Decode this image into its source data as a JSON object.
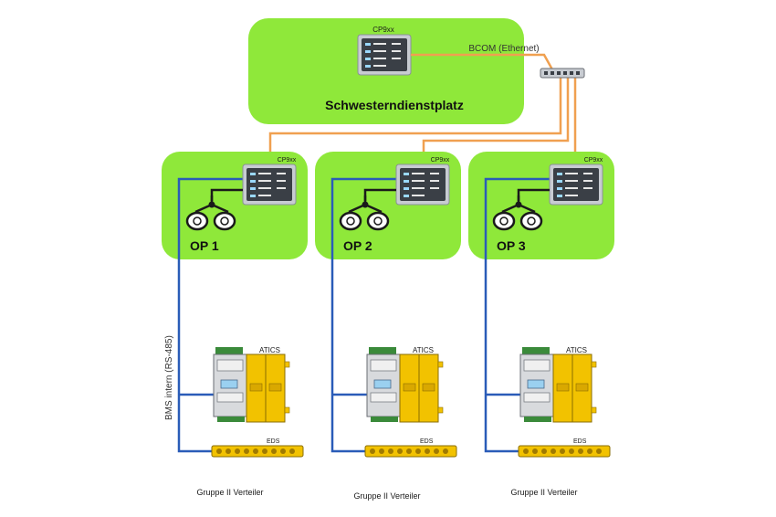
{
  "header": {
    "panel_label": "CP9xx",
    "bcom_label": "BCOM (Ethernet)",
    "room_title": "Schwesterndienstplatz"
  },
  "bus_label": "BMS intern (RS-485)",
  "ops": [
    {
      "title": "OP 1",
      "panel_label": "CP9xx",
      "atics_label": "ATICS",
      "eds_label": "EDS",
      "group_label": "Gruppe II Verteiler"
    },
    {
      "title": "OP 2",
      "panel_label": "CP9xx",
      "atics_label": "ATICS",
      "eds_label": "EDS",
      "group_label": "Gruppe II Verteiler"
    },
    {
      "title": "OP 3",
      "panel_label": "CP9xx",
      "atics_label": "ATICS",
      "eds_label": "EDS",
      "group_label": "Gruppe II Verteiler"
    }
  ],
  "colors": {
    "room_green": "#8fe83a",
    "ethernet_orange": "#f0a050",
    "bus_blue": "#2a5cb8",
    "atics_yellow": "#f2c200",
    "panel_dark": "#3a3f46"
  }
}
